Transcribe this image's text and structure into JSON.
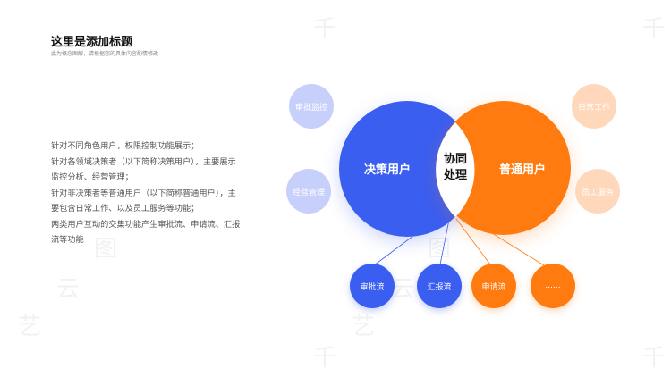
{
  "header": {
    "title": "这里是添加标题",
    "subtitle": "此为概念图解，请根据您的具体内容酌情修改"
  },
  "description": {
    "lines": [
      "针对不同角色用户，权限控制功能展示；",
      "针对各领域决策者（以下简称决策用户），主要展示",
      "监控分析、经营管理；",
      "针对非决策者等普通用户（以下简称普通用户），主",
      "要包含日常工作、以及员工服务等功能；",
      "两类用户互动的交集功能产生审批流、申请流、汇报",
      "流等功能"
    ]
  },
  "diagram": {
    "left_circle": "决策用户",
    "right_circle": "普通用户",
    "overlap": [
      "协同",
      "处理"
    ],
    "left_satellites": [
      "审批监控",
      "经营管理"
    ],
    "right_satellites": [
      "日常工作",
      "员工服务"
    ],
    "bottom_nodes": [
      "审批流",
      "汇报流",
      "申请流",
      "......"
    ]
  },
  "watermark": [
    "千",
    "图",
    "云",
    "艺"
  ],
  "colors": {
    "blue": "#3a5ef0",
    "orange": "#ff7a0f",
    "light_blue": "#c7cffb",
    "light_orange": "#ffd8bb"
  }
}
